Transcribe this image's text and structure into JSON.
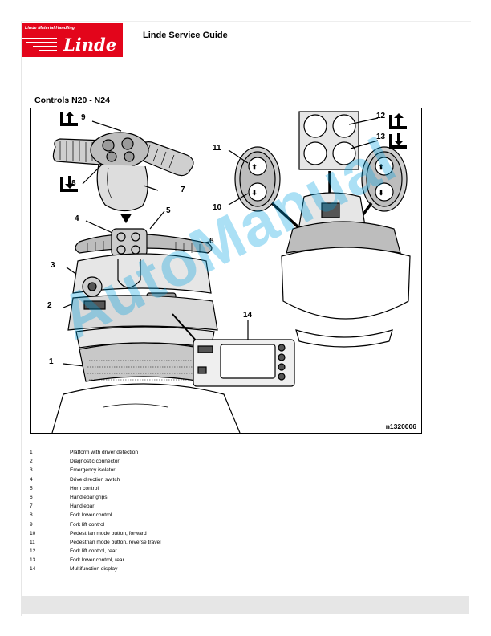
{
  "header": {
    "logo_small": "Linde Material Handling",
    "logo_brand": "Linde",
    "title": "Linde Service Guide"
  },
  "section_title": "Controls N20 - N24",
  "figure": {
    "id": "n1320006",
    "callouts": [
      "9",
      "8",
      "7",
      "4",
      "5",
      "6",
      "3",
      "2",
      "1",
      "11",
      "10",
      "12",
      "13",
      "14"
    ]
  },
  "legend": [
    {
      "num": "1",
      "text": "Platform with driver detection"
    },
    {
      "num": "2",
      "text": "Diagnostic connector"
    },
    {
      "num": "3",
      "text": "Emergency isolator"
    },
    {
      "num": "4",
      "text": "Drive direction switch"
    },
    {
      "num": "5",
      "text": "Horn control"
    },
    {
      "num": "6",
      "text": "Handlebar grips"
    },
    {
      "num": "7",
      "text": "Handlebar"
    },
    {
      "num": "8",
      "text": "Fork lower control"
    },
    {
      "num": "9",
      "text": "Fork lift control"
    },
    {
      "num": "10",
      "text": "Pedestrian mode button, forward"
    },
    {
      "num": "11",
      "text": "Pedestrian mode button, reverse travel"
    },
    {
      "num": "12",
      "text": "Fork lift control, rear"
    },
    {
      "num": "13",
      "text": "Fork lower control, rear"
    },
    {
      "num": "14",
      "text": "Multifunction display"
    }
  ],
  "watermark": "AutoManual",
  "colors": {
    "brand_red": "#e3051b",
    "watermark": "#00a0e1"
  }
}
